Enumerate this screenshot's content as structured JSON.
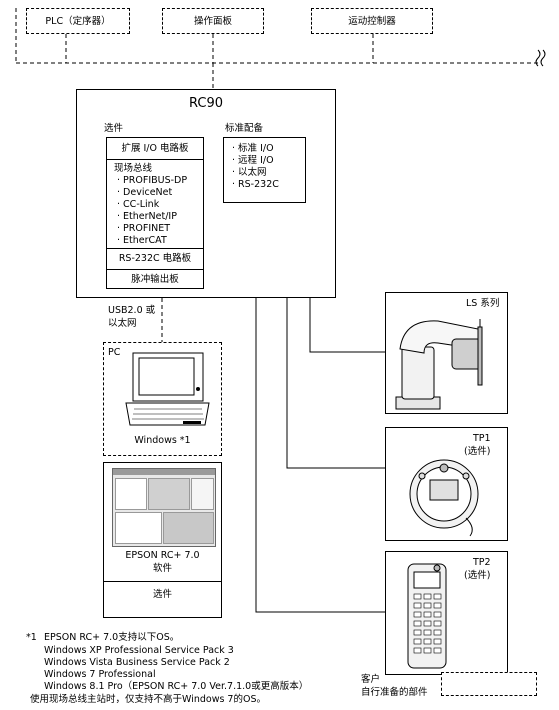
{
  "top_devices": [
    "PLC（定序器）",
    "操作面板",
    "运动控制器"
  ],
  "controller": {
    "title": "RC90",
    "options_label": "选件",
    "standard_label": "标准配备",
    "expansion_io": "扩展 I/O 电路板",
    "fieldbus_title": "现场总线",
    "fieldbus_items": [
      "PROFIBUS-DP",
      "DeviceNet",
      "CC-Link",
      "EtherNet/IP",
      "PROFINET",
      "EtherCAT"
    ],
    "rs232c_board": "RS-232C 电路板",
    "pulse_board": "脉冲输出板",
    "standard_items": [
      "标准 I/O",
      "远程 I/O",
      "以太网",
      "RS-232C"
    ]
  },
  "connection": {
    "line1": "USB2.0 或",
    "line2": "以太网"
  },
  "pc": {
    "label": "PC",
    "os_label": "Windows *1",
    "software_line1": "EPSON RC+ 7.0",
    "software_line2": "软件",
    "option_label": "选件"
  },
  "robots": [
    {
      "label": "LS 系列"
    },
    {
      "label": "TP1",
      "sub": "(选件)"
    },
    {
      "label": "TP2",
      "sub": "(选件)"
    }
  ],
  "footnote": {
    "marker": "*1",
    "lines": [
      "EPSON RC+ 7.0支持以下OS。",
      "Windows XP Professional Service Pack 3",
      "Windows Vista Business Service Pack 2",
      "Windows 7 Professional",
      "Windows 8.1 Pro（EPSON RC+ 7.0 Ver.7.1.0或更高版本）",
      "使用现场总线主站时，仅支持不高于Windows 7的OS。"
    ]
  },
  "legend": {
    "line1": "客户",
    "line2": "自行准备的部件"
  }
}
